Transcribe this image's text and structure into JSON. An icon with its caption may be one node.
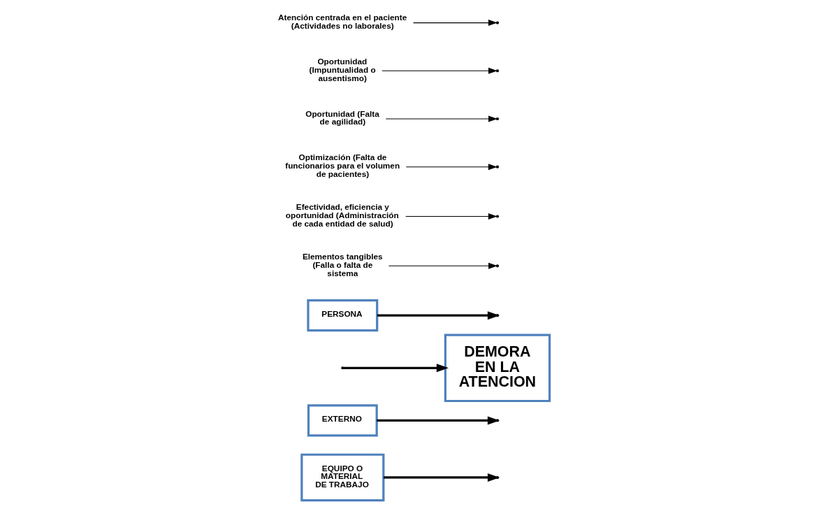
{
  "diagram": {
    "nodes": [
      {
        "text": [
          "EQUIPO O MATERIAL DE TRABAJO"
        ]
      },
      {
        "text": [
          "EXTERNO"
        ]
      },
      {
        "text": [
          "DEMORA EN LA ATENCION"
        ]
      },
      {
        "text": [
          "PERSONA"
        ]
      },
      {
        "text": [
          "Elementos tangibles (Falla o falta de sistema"
        ]
      },
      {
        "text": [
          "Efectividad, eficiencia y oportunidad (Administración de cada entidad de salud)"
        ]
      },
      {
        "text": [
          "Optimización (Falta de funcionarios para el volumen de pacientes)"
        ]
      },
      {
        "text": [
          "Oportunidad (Falta de agilidad)"
        ]
      },
      {
        "text": [
          "Oportunidad (Impuntualidad o ausentismo)"
        ]
      },
      {
        "text": [
          "Atención centrada en el paciente (Actividades no laborales)"
        ]
      }
    ],
    "edges": [
      {
        "from": 0,
        "to": null,
        "arrow": "to",
        "style": "thick"
      },
      {
        "from": 1,
        "to": null,
        "arrow": "to",
        "style": "thick"
      },
      {
        "from": 3,
        "to": null,
        "arrow": "to",
        "style": "thick"
      },
      {
        "from": null,
        "to": 2,
        "arrow": "to",
        "style": "thick"
      },
      {
        "from": 4,
        "to": null,
        "arrow": "to"
      },
      {
        "from": 5,
        "to": null,
        "arrow": "to"
      },
      {
        "from": 6,
        "to": null,
        "arrow": "to"
      },
      {
        "from": 7,
        "to": null,
        "arrow": "to"
      },
      {
        "from": 8,
        "to": null,
        "arrow": "to"
      },
      {
        "from": 9,
        "to": null,
        "arrow": "to"
      }
    ]
  }
}
